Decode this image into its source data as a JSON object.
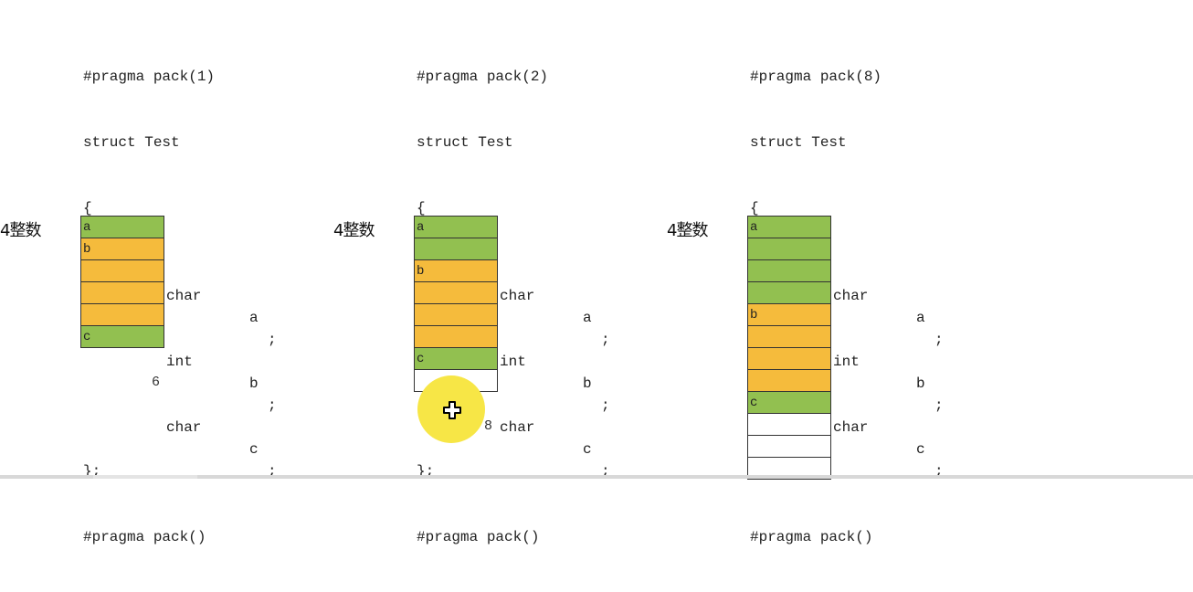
{
  "panels": [
    {
      "pragma_open": "#pragma pack(1)",
      "struct_decl": "struct Test",
      "brace_open": "{",
      "members": [
        {
          "type": "char",
          "name": "a",
          "semi": ";"
        },
        {
          "type": "int",
          "name": "b",
          "semi": ";"
        },
        {
          "type": "char",
          "name": "c",
          "semi": ";"
        }
      ],
      "brace_close": "};",
      "pragma_close": "#pragma pack()",
      "label": "4整数",
      "cells": [
        {
          "fill": "green",
          "tag": "a"
        },
        {
          "fill": "orange",
          "tag": "b"
        },
        {
          "fill": "orange",
          "tag": ""
        },
        {
          "fill": "orange",
          "tag": ""
        },
        {
          "fill": "orange",
          "tag": ""
        },
        {
          "fill": "green",
          "tag": "c"
        }
      ],
      "size": "6"
    },
    {
      "pragma_open": "#pragma pack(2)",
      "struct_decl": "struct Test",
      "brace_open": "{",
      "members": [
        {
          "type": "char",
          "name": "a",
          "semi": ";"
        },
        {
          "type": "int",
          "name": "b",
          "semi": ";"
        },
        {
          "type": "char",
          "name": "c",
          "semi": ";"
        }
      ],
      "brace_close": "};",
      "pragma_close": "#pragma pack()",
      "label": "4整数",
      "cells": [
        {
          "fill": "green",
          "tag": "a"
        },
        {
          "fill": "green",
          "tag": ""
        },
        {
          "fill": "orange",
          "tag": "b"
        },
        {
          "fill": "orange",
          "tag": ""
        },
        {
          "fill": "orange",
          "tag": ""
        },
        {
          "fill": "orange",
          "tag": ""
        },
        {
          "fill": "green",
          "tag": "c"
        },
        {
          "fill": "white",
          "tag": ""
        }
      ],
      "size": "8"
    },
    {
      "pragma_open": "#pragma pack(8)",
      "struct_decl": "struct Test",
      "brace_open": "{",
      "members": [
        {
          "type": "char",
          "name": "a",
          "semi": ";"
        },
        {
          "type": "int",
          "name": "b",
          "semi": ";"
        },
        {
          "type": "char",
          "name": "c",
          "semi": ";"
        }
      ],
      "brace_close": "};",
      "pragma_close": "#pragma pack()",
      "label": "4整数",
      "cells": [
        {
          "fill": "green",
          "tag": "a"
        },
        {
          "fill": "green",
          "tag": ""
        },
        {
          "fill": "green",
          "tag": ""
        },
        {
          "fill": "green",
          "tag": ""
        },
        {
          "fill": "orange",
          "tag": "b"
        },
        {
          "fill": "orange",
          "tag": ""
        },
        {
          "fill": "orange",
          "tag": ""
        },
        {
          "fill": "orange",
          "tag": ""
        },
        {
          "fill": "green",
          "tag": "c"
        },
        {
          "fill": "white",
          "tag": ""
        },
        {
          "fill": "white",
          "tag": ""
        },
        {
          "fill": "white",
          "tag": ""
        }
      ],
      "size": ""
    }
  ],
  "colors": {
    "green": "#92c050",
    "orange": "#f5bb3c",
    "white": "#ffffff",
    "highlight": "#f7e646"
  },
  "cursor": {
    "icon": "move-cursor-icon"
  }
}
